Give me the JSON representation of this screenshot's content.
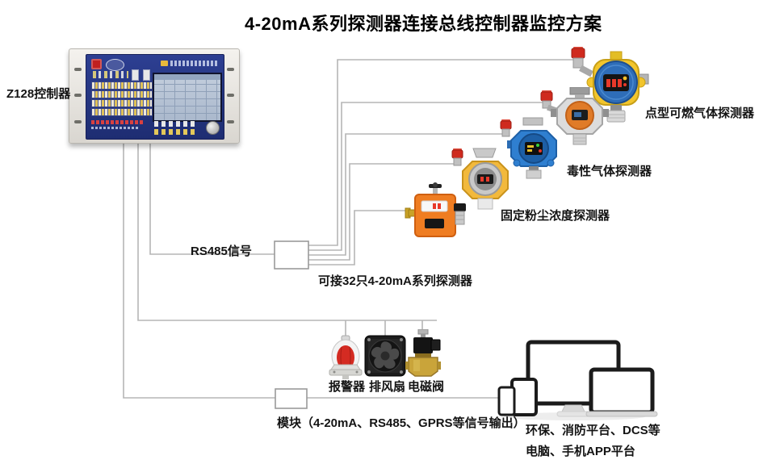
{
  "title": "4-20mA系列探测器连接总线控制器监控方案",
  "controller": {
    "label": "Z128控制器"
  },
  "bus": {
    "rs485_label": "RS485信号",
    "capacity_label": "可接32只4-20mA系列探测器",
    "module_label": "模块（4-20mA、RS485、GPRS等信号输出）"
  },
  "detector_labels": {
    "combustible": "点型可燃气体探测器",
    "toxic": "毒性气体探测器",
    "dust": "固定粉尘浓度探测器"
  },
  "actuator_labels": {
    "alarm": "报警器",
    "fan": "排风扇",
    "valve": "电磁阀"
  },
  "platform": {
    "line1": "环保、消防平台、DCS等",
    "line2": "电脑、手机APP平台"
  },
  "colors": {
    "wire": "#b5b5b5",
    "panel_blue": "#2d3f92",
    "detector_yellow": "#f2c52c",
    "detector_blue": "#2f7fd0",
    "detector_orange": "#e07b28",
    "dust_box_orange": "#ef7d22",
    "alarm_red": "#d42b22",
    "brass": "#c9a43a"
  }
}
